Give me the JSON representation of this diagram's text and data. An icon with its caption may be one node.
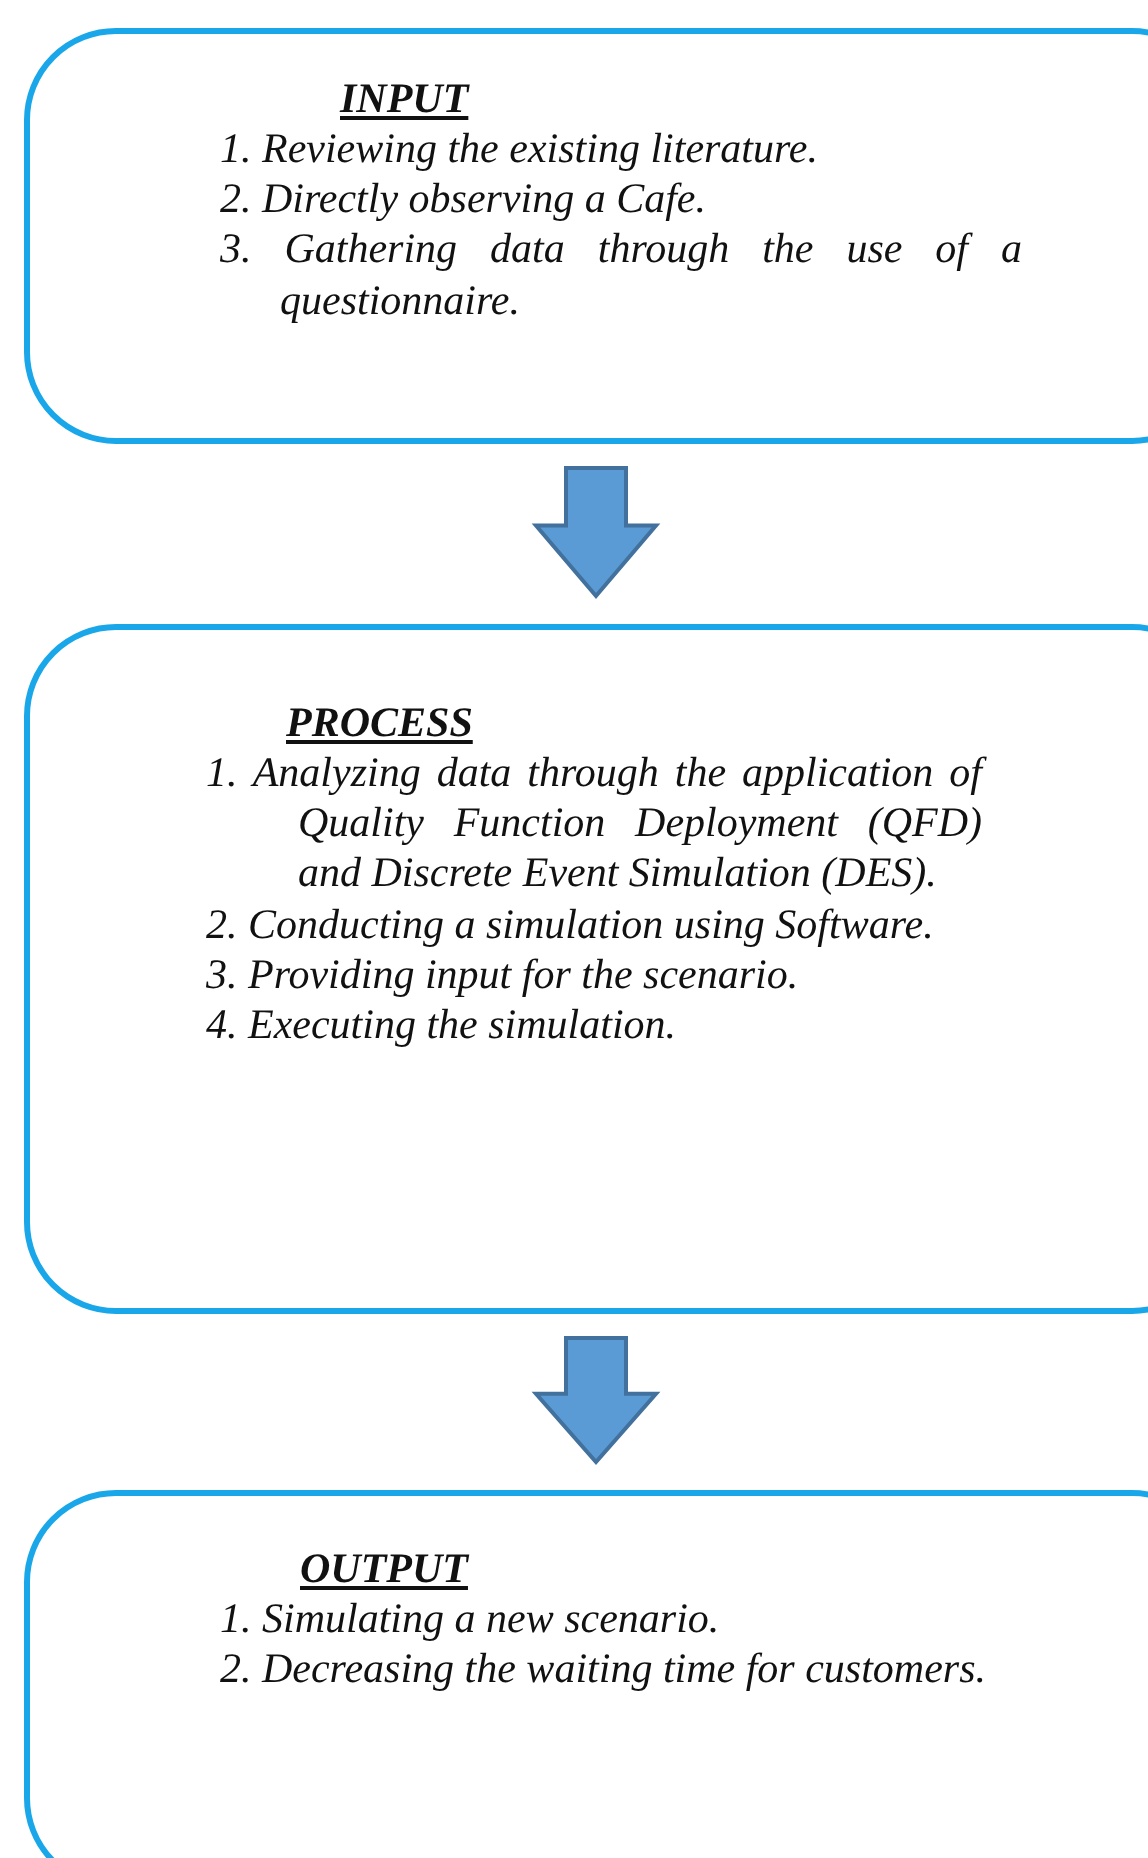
{
  "diagram": {
    "nodes": [
      {
        "text": [
          "INPUT",
          "1. Reviewing the existing literature.",
          "2. Directly observing a Cafe.",
          "3. Gathering data through the use of a questionnaire."
        ]
      },
      {
        "text": [
          "PROCESS",
          "1. Analyzing data through the application of Quality Function Deployment (QFD) and Discrete Event Simulation (DES).",
          "2. Conducting a simulation using Software.",
          "3. Providing input for the scenario.",
          "4. Executing the simulation."
        ]
      },
      {
        "text": [
          "OUTPUT",
          "1. Simulating a new scenario.",
          "2. Decreasing the waiting time for customers."
        ]
      }
    ],
    "edges": [
      {
        "from": 0,
        "to": 1,
        "arrow": "to"
      },
      {
        "from": 1,
        "to": 2,
        "arrow": "to"
      }
    ]
  }
}
